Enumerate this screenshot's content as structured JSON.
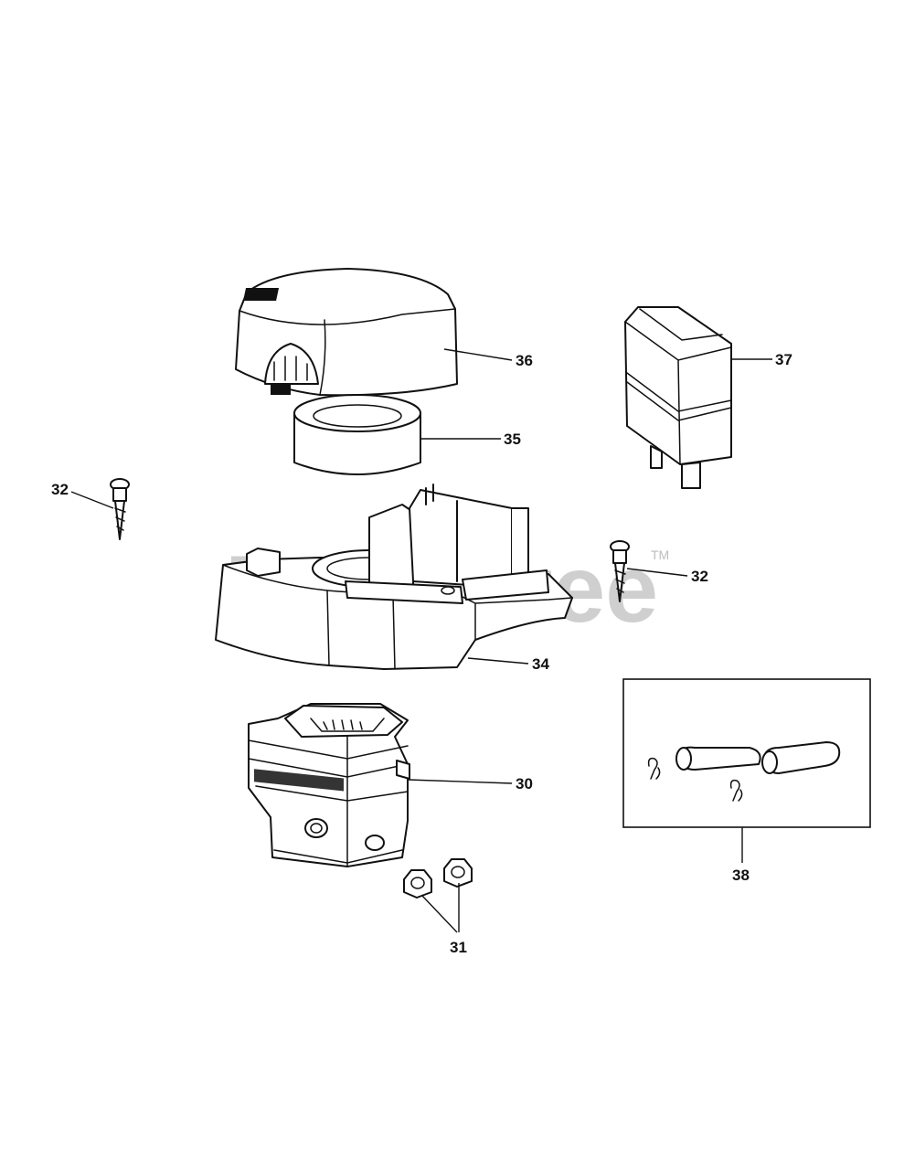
{
  "watermark": {
    "text": "PartsTree",
    "trademark": "TM"
  },
  "callouts": [
    {
      "id": "36",
      "label": "36"
    },
    {
      "id": "37",
      "label": "37"
    },
    {
      "id": "35",
      "label": "35"
    },
    {
      "id": "32-left",
      "label": "32"
    },
    {
      "id": "32-right",
      "label": "32"
    },
    {
      "id": "34",
      "label": "34"
    },
    {
      "id": "30",
      "label": "30"
    },
    {
      "id": "31",
      "label": "31"
    },
    {
      "id": "38",
      "label": "38"
    }
  ]
}
